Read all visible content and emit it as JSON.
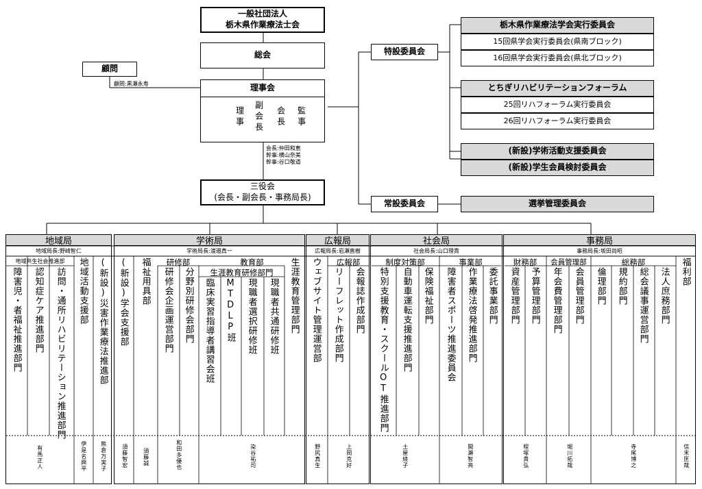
{
  "org": {
    "line1": "一般社団法人",
    "line2": "栃木県作業療法士会"
  },
  "general_assembly": "総会",
  "advisor": {
    "title": "顧問",
    "name": "顧問:黒瀬永寿"
  },
  "board": {
    "title": "理事会",
    "roles": [
      "理事",
      "副会長",
      "会長",
      "監事"
    ],
    "officers": [
      "会長:仲田和恵",
      "幹事:横山奈美",
      "幹事:谷口敬道"
    ]
  },
  "three_officers": {
    "line1": "三役会",
    "line2": "(会長・副会長・事務局長)"
  },
  "special_committee": "特設委員会",
  "standing_committee": "常設委員会",
  "committees": {
    "group1_head": "栃木県作業療法学会実行委員会",
    "group1": [
      "15回県学会実行委員会(県南ブロック)",
      "16回県学会実行委員会(県北ブロック)"
    ],
    "group2_head": "とちぎリハビリテーションフォーラム",
    "group2": [
      "25回リハフォーラム実行委員会",
      "26回リハフォーラム実行委員会"
    ],
    "new1": "(新設)学術活動支援委員会",
    "new2": "(新設)学生会員検討委員会",
    "election": "選挙管理委員会"
  },
  "bureaus": {
    "regional": {
      "name": "地域局",
      "head": "地域局長:野崎智仁"
    },
    "academic": {
      "name": "学術局",
      "head": "学術局長:渡邉真一"
    },
    "pr": {
      "name": "広報局",
      "head": "広報局長:岩瀬直樹"
    },
    "social": {
      "name": "社会局",
      "head": "社会局長:山口理貴"
    },
    "office": {
      "name": "事務局",
      "head": "事務局長:坂田尚昭"
    }
  },
  "departments": {
    "regional_coexist": "地域共生社会推進部",
    "training": "研修部",
    "education": "教育部",
    "lifelong": "生涯教育研修部門",
    "pr_dept": "広報部",
    "policy": "制度対策部",
    "project": "事業部",
    "finance": "財務部",
    "membership": "会員管理部",
    "general_affairs": "総務部"
  },
  "columns": [
    "障害児・者福祉推進部門",
    "認知症ケア推進部門",
    "訪問・通所リハビリテーション推進部門",
    "地域活動支援部",
    "(新設)災害作業療法推進部",
    "(新設)学会支援部",
    "福祉用具部",
    "研修会企画運営部門",
    "分野別研修会部門",
    "臨床実習指導者講習会班",
    "MTDLP班",
    "現職者選択研修班",
    "現職者共通研修班",
    "生涯教育管理部門",
    "ウェブサイト管理運営部",
    "リーフレット作成部門",
    "会報誌作成部門",
    "特別支援教育・スクールOT推進部門",
    "自動車運転支援推進部門",
    "保険福祉部門",
    "障害者スポーツ推進委員会",
    "作業療法啓発推進部門",
    "委託事業部門",
    "資産管理部門",
    "予算管理部門",
    "年会費管理部門",
    "会員管理部門",
    "倫理部門",
    "規約部門",
    "総会議事運営部門",
    "法人庶務部門",
    "福利部"
  ],
  "people": [
    "有馬正人",
    "伊是名興平",
    "熊倉万実子",
    "須藤智宏",
    "須藤誠",
    "和田多優也",
    "染谷祐司",
    "野尻真生",
    "上岡克好",
    "土屋綾子",
    "間瀬智亮",
    "程塚貴弘",
    "堀川拓哉",
    "寺尾博之",
    "信末匡哉"
  ]
}
